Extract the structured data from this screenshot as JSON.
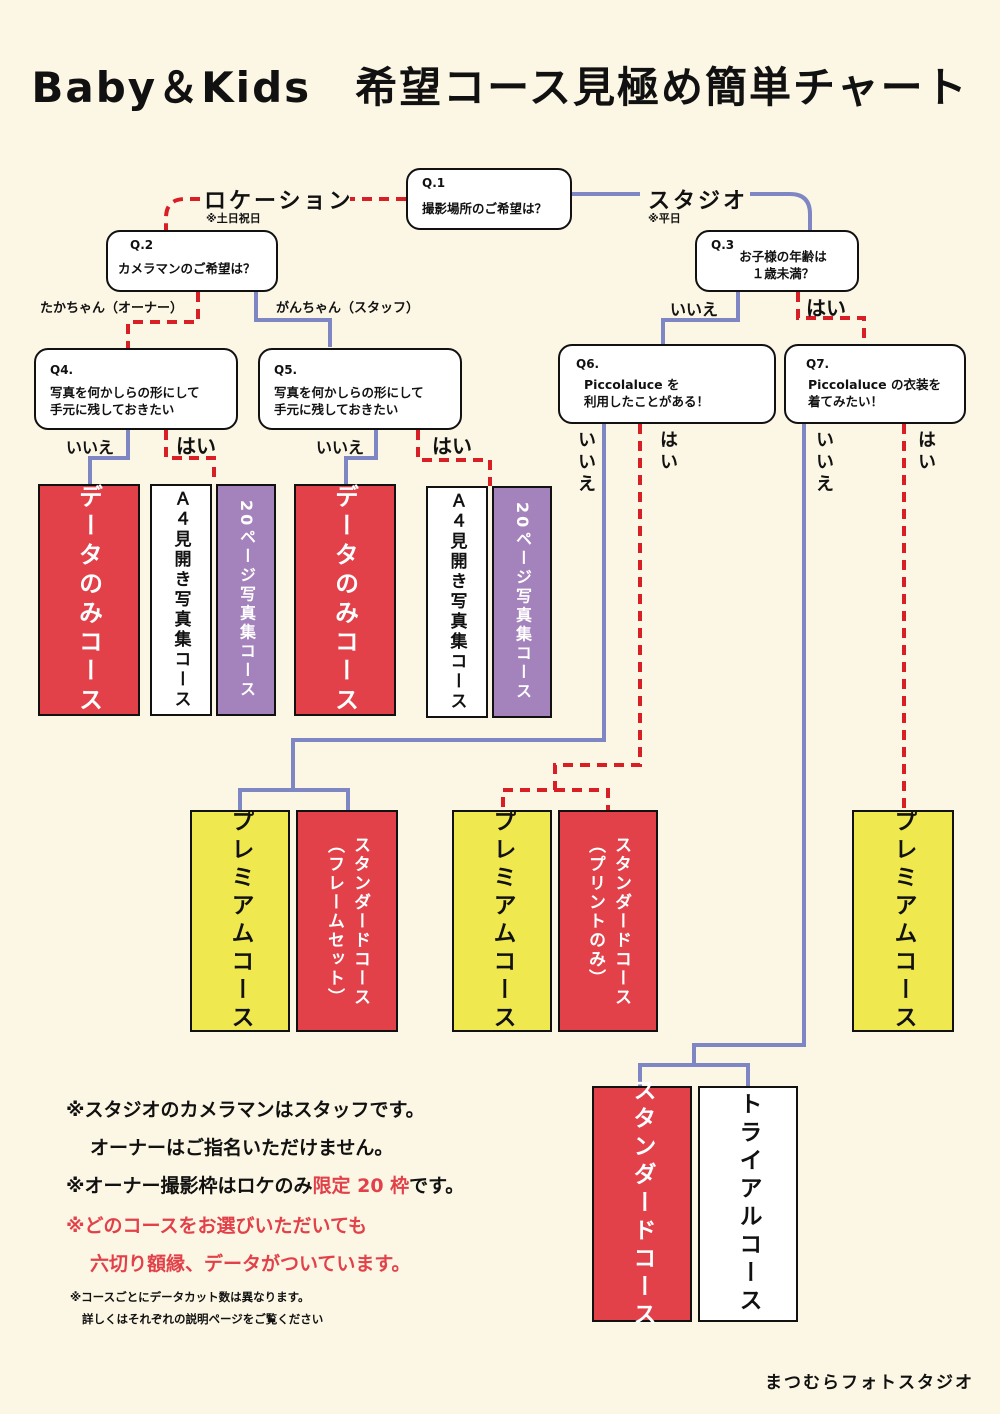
{
  "title": "Baby＆Kids　希望コース見極め簡単チャート",
  "colors": {
    "background": "#fcf6e4",
    "red": "#e2414a",
    "purple": "#a482bc",
    "yellow": "#efe94f",
    "blue_line": "#7f86c4",
    "red_dashed_line": "#d81f26"
  },
  "questions": {
    "q1": {
      "num": "Q.1",
      "text": "撮影場所のご希望は？"
    },
    "q2": {
      "num": "Q.2",
      "text": "カメラマンのご希望は？"
    },
    "q3": {
      "num": "Q.3",
      "text": "お子様の年齢は\n１歳未満？"
    },
    "q4": {
      "num": "Q4.",
      "text": "写真を何かしらの形にして\n手元に残しておきたい"
    },
    "q5": {
      "num": "Q5.",
      "text": "写真を何かしらの形にして\n手元に残しておきたい"
    },
    "q6": {
      "num": "Q6.",
      "text": "Piccolaluce を\n利用したことがある！"
    },
    "q7": {
      "num": "Q7.",
      "text": "Piccolaluce の衣装を\n着てみたい！"
    }
  },
  "labels": {
    "location": "ロケーション",
    "location_note": "※土日祝日",
    "studio": "スタジオ",
    "studio_note": "※平日",
    "owner": "たかちゃん（オーナー）",
    "staff": "がんちゃん（スタッフ）",
    "yes": "はい",
    "no": "いいえ"
  },
  "courses": {
    "data_only_1": "データのみコース",
    "a4_1": "Ａ４見開き写真集コース",
    "page20_1": "20ページ写真集コース",
    "data_only_2": "データのみコース",
    "a4_2": "Ａ４見開き写真集コース",
    "page20_2": "20ページ写真集コース",
    "premium_1": "プレミアムコース",
    "standard_frame": "スタンダードコース\n（フレームセット）",
    "premium_2": "プレミアムコース",
    "standard_print": "スタンダードコース\n（プリントのみ）",
    "premium_3": "プレミアムコース",
    "standard": "スタンダードコース",
    "trial": "トライアルコース"
  },
  "notes": {
    "line1": "※スタジオのカメラマンはスタッフです。",
    "line2": "オーナーはご指名いただけません。",
    "line3_a": "※オーナー撮影枠はロケのみ",
    "line3_red": "限定 20 枠",
    "line3_b": "です。",
    "line4": "※どのコースをお選びいただいても",
    "line5": "六切り額縁、データがついています。",
    "small1": "※コースごとにデータカット数は異なります。",
    "small2": "詳しくはそれぞれの説明ページをご覧ください"
  },
  "studio_name": "まつむらフォトスタジオ"
}
